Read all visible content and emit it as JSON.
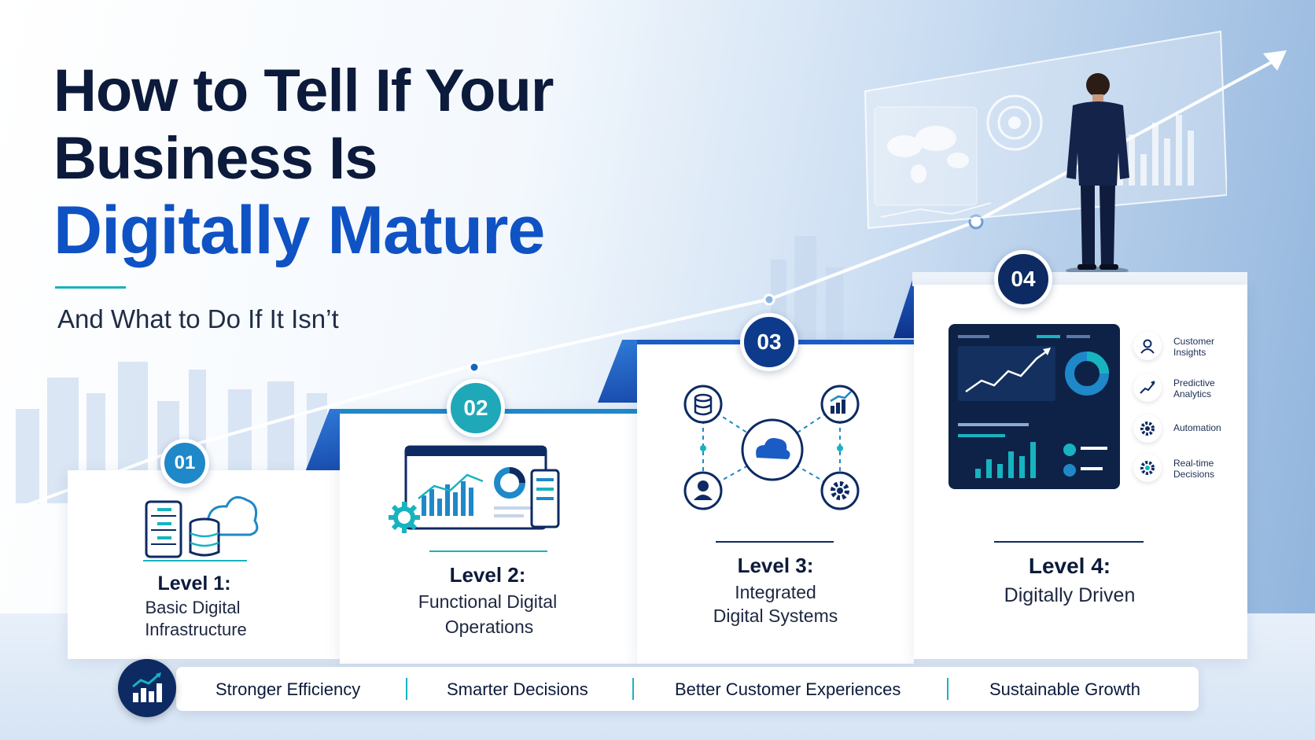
{
  "title": {
    "line1": "How to Tell If Your",
    "line2": "Business Is",
    "line3": "Digitally Mature"
  },
  "subtitle": "And What to Do If It Isn’t",
  "levels": [
    {
      "number": "01",
      "title": "Level 1:",
      "line1": "Basic Digital",
      "line2": "Infrastructure"
    },
    {
      "number": "02",
      "title": "Level 2:",
      "line1": "Functional Digital",
      "line2": "Operations"
    },
    {
      "number": "03",
      "title": "Level 3:",
      "line1": "Integrated",
      "line2": "Digital Systems"
    },
    {
      "number": "04",
      "title": "Level 4:",
      "line1": "Digitally Driven"
    }
  ],
  "level4_features": [
    {
      "icon": "customer-insights-icon",
      "line1": "Customer",
      "line2": "Insights"
    },
    {
      "icon": "predictive-analytics-icon",
      "line1": "Predictive",
      "line2": "Analytics"
    },
    {
      "icon": "automation-icon",
      "line1": "Automation"
    },
    {
      "icon": "realtime-decisions-icon",
      "line1": "Real-time",
      "line2": "Decisions"
    }
  ],
  "benefits": [
    "Stronger Efficiency",
    "Smarter Decisions",
    "Better Customer Experiences",
    "Sustainable Growth"
  ],
  "colors": {
    "navy": "#0c1a3b",
    "brand_blue": "#0f52c4",
    "teal": "#18b3c0",
    "badge_blue": "#1e88c9",
    "dark_badge": "#0d2a63"
  }
}
